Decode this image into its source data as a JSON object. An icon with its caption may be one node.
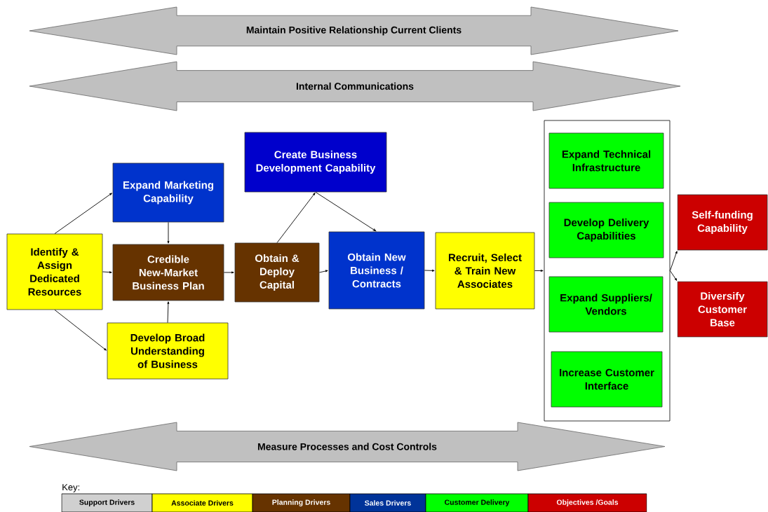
{
  "diagram": {
    "nodes": [
      {
        "text": [
          "Maintain Positive Relationship Current Clients"
        ]
      },
      {
        "text": [
          "Internal Communications"
        ]
      },
      {
        "text": [
          "Identify & Assign Dedicated Resources"
        ]
      },
      {
        "text": [
          "Expand Marketing Capability"
        ]
      },
      {
        "text": [
          "Credible New-Market Business Plan"
        ]
      },
      {
        "text": [
          "Develop Broad Understanding of Business"
        ]
      },
      {
        "text": [
          "Create Business Development Capability"
        ]
      },
      {
        "text": [
          "Obtain & Deploy Capital"
        ]
      },
      {
        "text": [
          "Obtain New Business / Contracts"
        ]
      },
      {
        "text": [
          "Recruit, Select & Train New Associates"
        ]
      },
      {
        "text": [],
        "shape": "box"
      },
      {
        "text": [
          "Expand Technical Infrastructure"
        ],
        "in": 10
      },
      {
        "text": [
          "Develop Delivery Capabilities"
        ],
        "in": 10
      },
      {
        "text": [
          "Expand Suppliers/ Vendors"
        ],
        "in": 10
      },
      {
        "text": [
          "Increase Customer Interface"
        ],
        "in": 10
      },
      {
        "text": [
          "Self-funding Capability"
        ]
      },
      {
        "text": [
          "Diversify Customer Base"
        ]
      },
      {
        "text": [
          "Measure Processes and Cost Controls"
        ]
      }
    ],
    "edges": [
      {
        "from": 2,
        "to": 3,
        "arrow": "to"
      },
      {
        "from": 2,
        "to": 4,
        "arrow": "to"
      },
      {
        "from": 2,
        "to": 5,
        "arrow": "to"
      },
      {
        "from": 3,
        "to": 4,
        "arrow": "to"
      },
      {
        "from": 5,
        "to": 4,
        "arrow": "to"
      },
      {
        "from": 4,
        "to": 7,
        "arrow": "to"
      },
      {
        "from": 7,
        "to": 6,
        "arrow": "to"
      },
      {
        "from": 6,
        "to": 8,
        "arrow": "to"
      },
      {
        "from": 7,
        "to": 8,
        "arrow": "to"
      },
      {
        "from": 8,
        "to": 9,
        "arrow": "to"
      },
      {
        "from": 9,
        "to": 10,
        "arrow": "to"
      },
      {
        "from": 10,
        "to": 15,
        "arrow": "to"
      },
      {
        "from": 10,
        "to": 16,
        "arrow": "to"
      }
    ],
    "labels": [
      "Key:"
    ],
    "legend": [
      {
        "text": "Support Drivers",
        "color": "#d0d0d0"
      },
      {
        "text": "Associate Drivers",
        "color": "#ffff00"
      },
      {
        "text": "Planning Drivers",
        "color": "#663300"
      },
      {
        "text": "Sales Drivers",
        "color": "#003399"
      },
      {
        "text": "Customer Delivery",
        "color": "#00ff00"
      },
      {
        "text": "Objectives /Goals",
        "color": "#cc0000"
      }
    ]
  }
}
